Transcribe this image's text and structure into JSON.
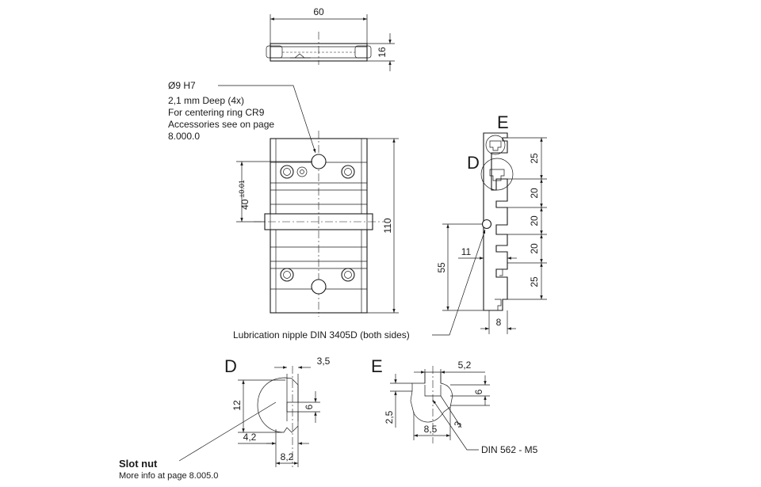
{
  "top_view": {
    "width": "60",
    "height": "16"
  },
  "front_view": {
    "bore_note": {
      "line1": "Ø9 H7",
      "line2": "2,1 mm Deep (4x)",
      "line3": "For centering ring CR9",
      "line4": "Accessories see on page",
      "line5": "8.000.0"
    },
    "dim_40": "40",
    "dim_40_tol": "±0.01",
    "dim_110": "110"
  },
  "side_view": {
    "label_e": "E",
    "label_d": "D",
    "pitch": [
      "25",
      "20",
      "20",
      "20",
      "25"
    ],
    "dim_55": "55",
    "dim_11": "11",
    "dim_8": "8"
  },
  "lubrication_note": "Lubrication nipple DIN 3405D (both sides)",
  "detail_d": {
    "label": "D",
    "dim_3_5": "3,5",
    "dim_12": "12",
    "dim_6": "6",
    "dim_4_2": "4,2",
    "dim_8_2": "8,2"
  },
  "detail_e": {
    "label": "E",
    "dim_5_2": "5,2",
    "dim_6": "6",
    "dim_2_5": "2,5",
    "dim_8_5": "8,5",
    "dim_3": "3",
    "din_note": "DIN 562 - M5"
  },
  "slot_nut": {
    "title": "Slot nut",
    "info": "More info at page 8.005.0"
  }
}
